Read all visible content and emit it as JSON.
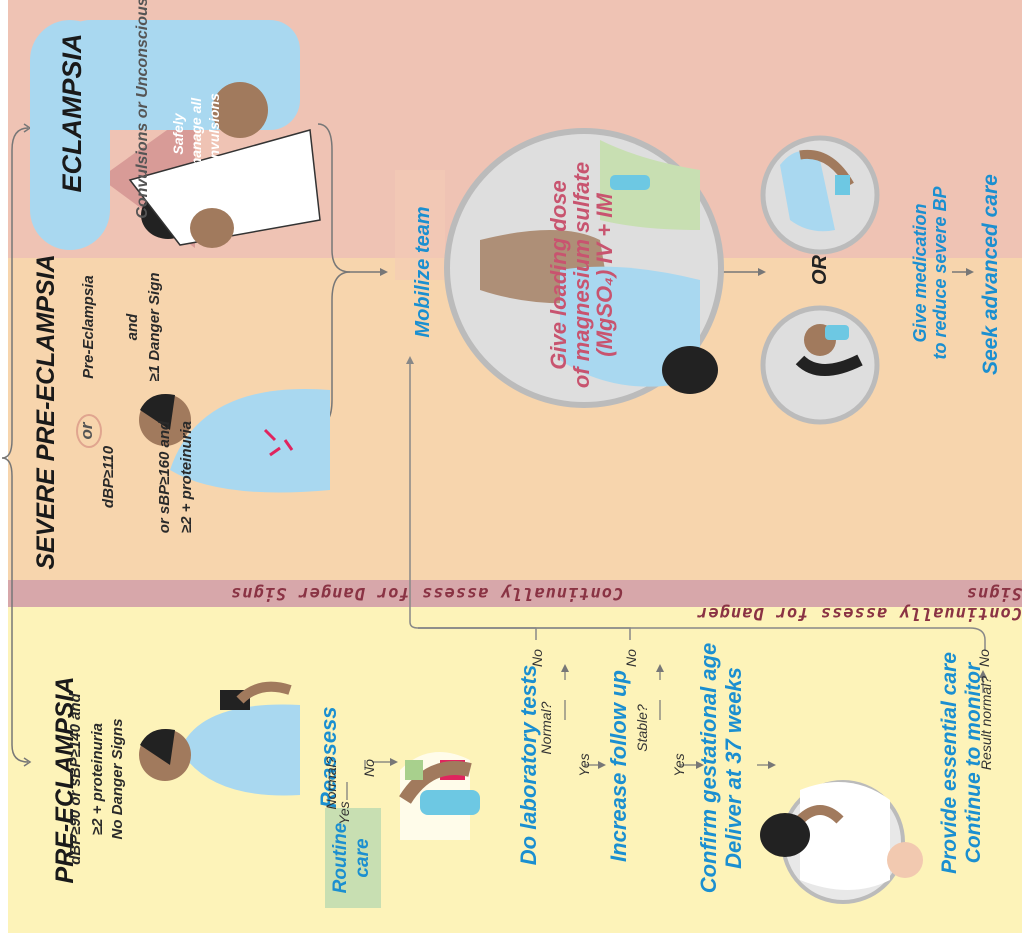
{
  "colors": {
    "preeclampsia_zone": "#fdf3b9",
    "severe_zone": "#f7d5ad",
    "eclampsia_zone": "#efc3b4",
    "banner": "#d7a7aa",
    "action_text": "#1b8fd0",
    "magnesium_text": "#c8546f",
    "routine_box": "#c8dfb2"
  },
  "eclampsia": {
    "title": "ECLAMPSIA",
    "subtitle": "Convulsions or Unconscious",
    "triangle_text": [
      "Safely",
      "manage all",
      "convulsions"
    ]
  },
  "severe": {
    "title": "SEVERE PRE-ECLAMPSIA",
    "criteria_left": [
      "dBP≥110",
      "or sBP≥160 and",
      "≥2 + proteinuria"
    ],
    "or_label": "or",
    "criteria_right": [
      "Pre-Eclampsia",
      "and",
      "≥1 Danger Sign"
    ]
  },
  "preeclampsia": {
    "title": "PRE-ECLAMPSIA",
    "criteria": [
      "dBP≥90 or sBP≥140 and",
      "≥2 + proteinuria",
      "No Danger Signs"
    ]
  },
  "banner": {
    "text_right": "Continually assess for Danger Signs",
    "text_left": "Continually assess for Danger Signs"
  },
  "flow": {
    "mobilize": "Mobilize team",
    "magnesium": [
      "Give loading dose",
      "of magnesium sulfate",
      "(MgSO₄) IV + IM"
    ],
    "or_choice": "OR",
    "give_medication": [
      "Give medication",
      "to reduce severe BP"
    ],
    "seek_care": "Seek advanced care",
    "reassess": "Reassess",
    "normal_q": "Normal?",
    "yes": "Yes",
    "no": "No",
    "routine_care": [
      "Routine",
      "care"
    ],
    "lab_tests": "Do laboratory tests",
    "lab_normal_q": "Normal?",
    "lab_yes": "Yes",
    "lab_no": "No",
    "follow_up": "Increase follow up",
    "stable_q": "Stable?",
    "stable_yes": "Yes",
    "stable_no": "No",
    "confirm": [
      "Confirm gestational age",
      "Deliver at 37 weeks"
    ],
    "provide": [
      "Provide essential care",
      "Continue to monitor"
    ],
    "result_q": "Result normal?",
    "result_no": "No"
  }
}
